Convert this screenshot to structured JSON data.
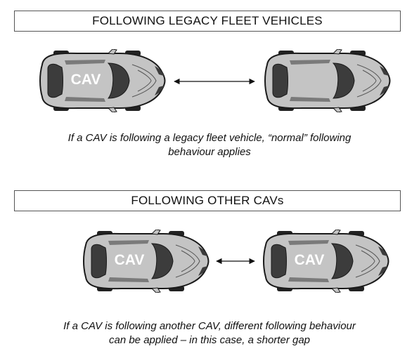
{
  "sections": [
    {
      "title": "FOLLOWING LEGACY FLEET VEHICLES",
      "lead_car_label": "CAV",
      "caption_line1": "If a CAV is following  a legacy fleet vehicle, “normal” following",
      "caption_line2": "behaviour applies"
    },
    {
      "title": "FOLLOWING OTHER CAVs",
      "lead_car_label": "CAV",
      "follow_car_label": "CAV",
      "caption_line1": "If a CAV is following  another CAV, different following behaviour",
      "caption_line2": "can be applied – in this case, a shorter gap"
    }
  ],
  "colors": {
    "body": "#c4c4c4",
    "glass": "#3c3c3c",
    "outline": "#1a1a1a",
    "border": "#555555"
  }
}
